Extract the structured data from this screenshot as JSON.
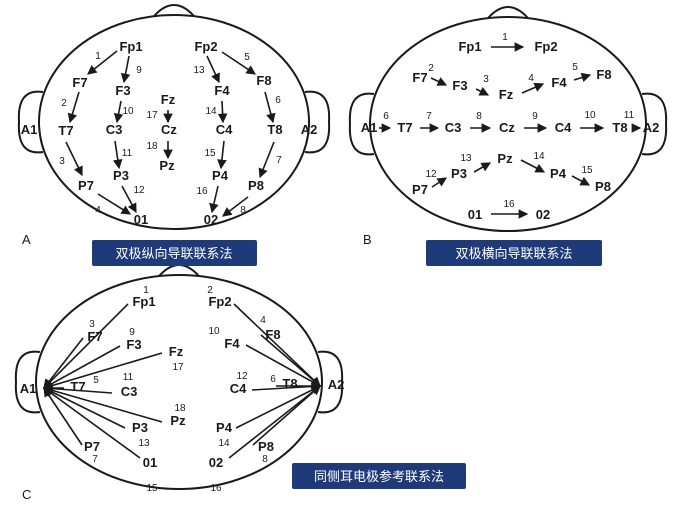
{
  "panels": {
    "A": {
      "letter": "A",
      "caption": "双极纵向导联联系法",
      "electrodes": [
        "Fp1",
        "Fp2",
        "F7",
        "F3",
        "Fz",
        "F4",
        "F8",
        "A1",
        "T7",
        "C3",
        "Cz",
        "C4",
        "T8",
        "A2",
        "P7",
        "P3",
        "Pz",
        "P4",
        "P8",
        "01",
        "02"
      ],
      "chain_numbers": [
        "1",
        "2",
        "3",
        "4",
        "5",
        "6",
        "7",
        "8",
        "9",
        "10",
        "11",
        "12",
        "13",
        "14",
        "15",
        "16",
        "17",
        "18"
      ]
    },
    "B": {
      "letter": "B",
      "caption": "双极横向导联联系法",
      "electrodes": [
        "Fp1",
        "Fp2",
        "F7",
        "F3",
        "Fz",
        "F4",
        "F8",
        "A1",
        "T7",
        "C3",
        "Cz",
        "C4",
        "T8",
        "A2",
        "P7",
        "P3",
        "Pz",
        "P4",
        "P8",
        "01",
        "02"
      ],
      "chain_numbers": [
        "1",
        "2",
        "3",
        "4",
        "5",
        "6",
        "7",
        "8",
        "9",
        "10",
        "11",
        "12",
        "13",
        "14",
        "15",
        "16"
      ]
    },
    "C": {
      "letter": "C",
      "caption": "同侧耳电极参考联系法",
      "electrodes": [
        "Fp1",
        "Fp2",
        "F7",
        "F3",
        "Fz",
        "F4",
        "F8",
        "A1",
        "T7",
        "C3",
        "C4",
        "T8",
        "A2",
        "P7",
        "P3",
        "Pz",
        "P4",
        "P8",
        "01",
        "02"
      ],
      "chain_numbers": [
        "1",
        "2",
        "3",
        "4",
        "5",
        "6",
        "7",
        "8",
        "9",
        "10",
        "11",
        "12",
        "13",
        "14",
        "15",
        "16",
        "17",
        "18"
      ]
    }
  },
  "colors": {
    "caption_bg": "#1f3a78",
    "stroke": "#1a1a1a"
  }
}
